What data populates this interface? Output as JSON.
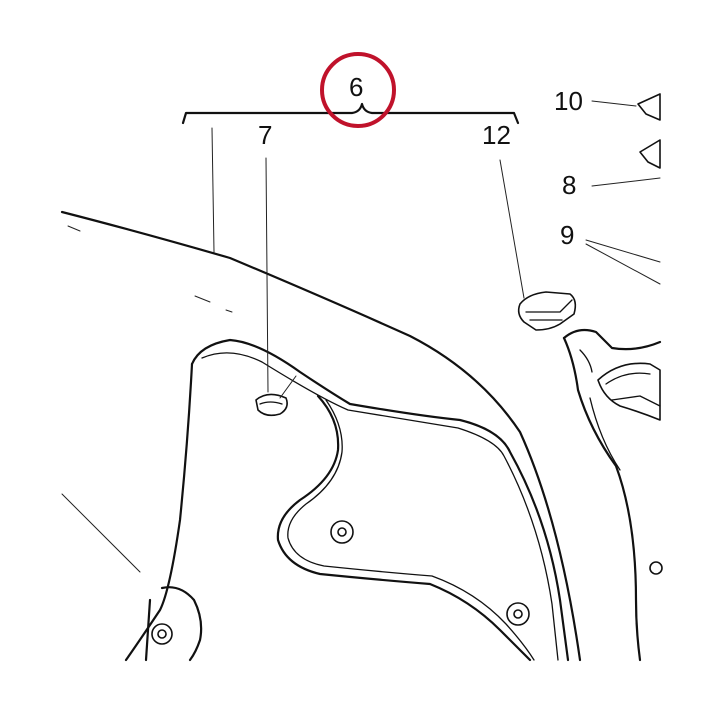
{
  "callouts": {
    "c6": "6",
    "c7": "7",
    "c12": "12",
    "c10": "10",
    "c8": "8",
    "c9": "9"
  },
  "colors": {
    "highlight": "#c0122b",
    "ink": "#111111"
  }
}
